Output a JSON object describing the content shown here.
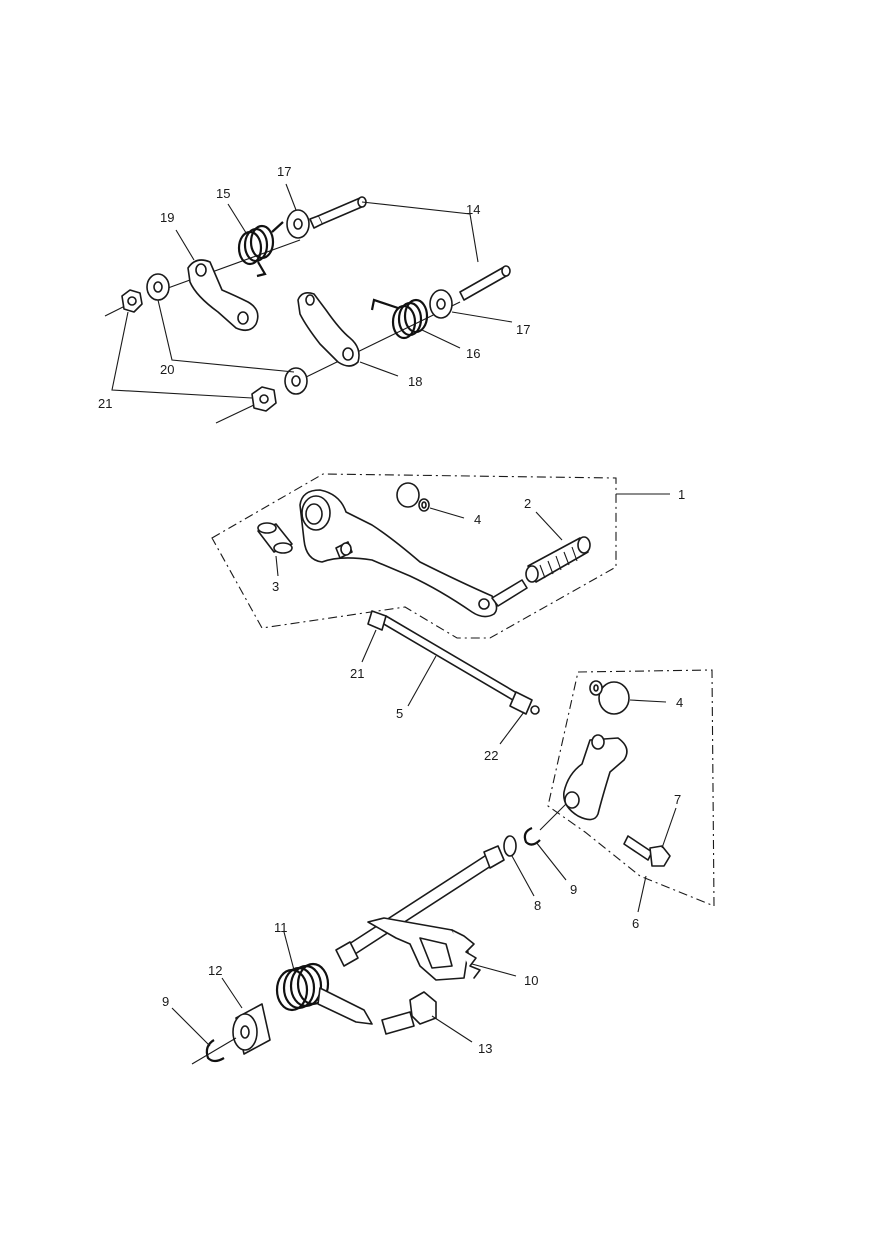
{
  "callouts": {
    "c1": "1",
    "c2": "2",
    "c3": "3",
    "c4a": "4",
    "c4b": "4",
    "c5": "5",
    "c6": "6",
    "c7": "7",
    "c8": "8",
    "c9a": "9",
    "c9b": "9",
    "c10": "10",
    "c11": "11",
    "c12": "12",
    "c13": "13",
    "c14": "14",
    "c15": "15",
    "c16": "16",
    "c17a": "17",
    "c17b": "17",
    "c18": "18",
    "c19": "19",
    "c20": "20",
    "c21a": "21",
    "c21b": "21",
    "c22": "22"
  },
  "colors": {
    "ink": "#1a1a1a",
    "paper": "#ffffff"
  }
}
